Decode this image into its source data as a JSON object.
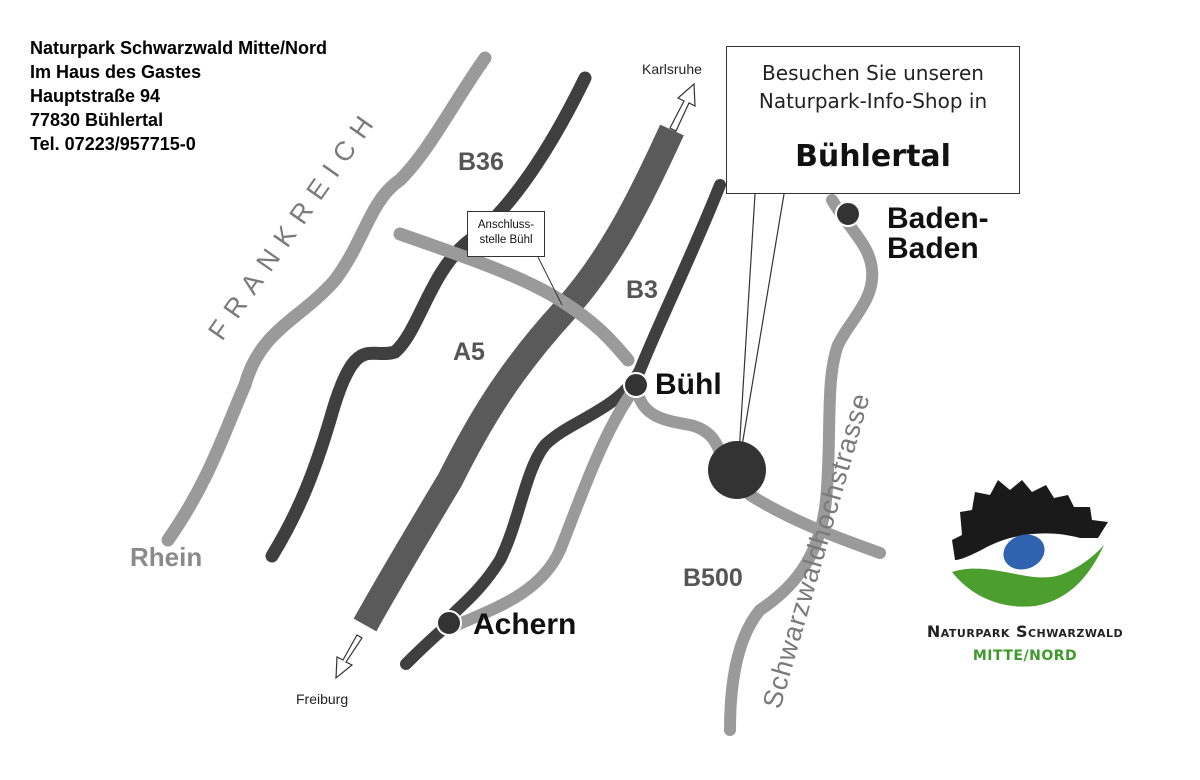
{
  "address": {
    "line1": "Naturpark Schwarzwald Mitte/Nord",
    "line2": "Im Haus des Gastes",
    "line3": "Hauptstraße 94",
    "line4": "77830 Bühlertal",
    "line5": "Tel. 07223/957715-0"
  },
  "callout": {
    "line1": "Besuchen Sie unseren",
    "line2": "Naturpark-Info-Shop in",
    "town": "Bühlertal"
  },
  "exit_label": {
    "line1": "Anschluss-",
    "line2": "stelle Bühl"
  },
  "regions": {
    "country": "FRANKREICH",
    "river": "Rhein",
    "scenic_road": "Schwarzwaldhochstrasse"
  },
  "roads": {
    "motorway": "A5",
    "b36": "B36",
    "b3": "B3",
    "b500": "B500"
  },
  "towns": {
    "buehl": "Bühl",
    "achern": "Achern",
    "baden_line1": "Baden-",
    "baden_line2": "Baden"
  },
  "directions": {
    "north": "Karlsruhe",
    "south": "Freiburg"
  },
  "logo": {
    "name": "Naturpark Schwarzwald",
    "sub": "MITTE/NORD",
    "colors": {
      "green": "#4c9f2f",
      "blue": "#2f63b0",
      "black": "#1a1a1a"
    }
  },
  "colors": {
    "motorway": "#5a5a5a",
    "main_road": "#3f3f3f",
    "light_road": "#9a9a9a",
    "river_label": "#8a8a8a"
  }
}
